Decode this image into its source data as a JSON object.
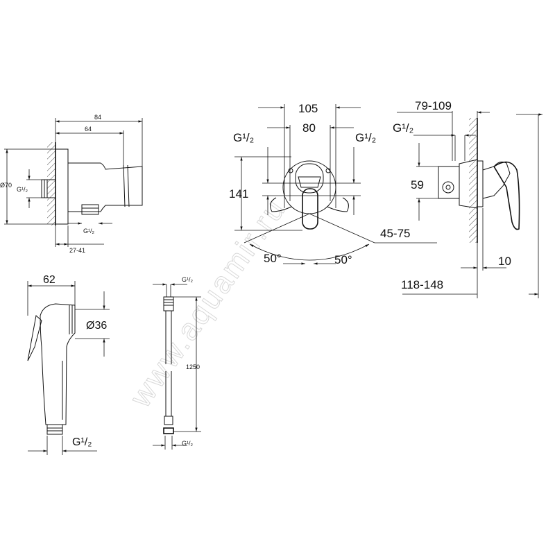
{
  "watermark": "www.aquamir.ru",
  "outlet": {
    "overall_width": "84",
    "body_width": "64",
    "diameter": "Ø70",
    "inlet_thread": "G¹/₂",
    "outlet_thread": "G¹/₂",
    "wall_depth": "27-41"
  },
  "handshower": {
    "length": "62",
    "diameter": "Ø36",
    "thread": "G¹/₂"
  },
  "hose": {
    "thread_top": "G¹/₂",
    "length": "1250",
    "thread_bottom": "G¹/₂"
  },
  "mixer_front": {
    "width_outer": "105",
    "width_inner": "80",
    "thread_left": "G¹/₂",
    "thread_right": "G¹/₂",
    "height": "141",
    "lever_angle_left": "50°",
    "lever_angle_right": "50°",
    "range": "45-75"
  },
  "mixer_side": {
    "depth_range": "79-109",
    "thread": "G¹/₂",
    "inlet_height": "59",
    "wall_offset": "10",
    "total_depth": "118-148"
  }
}
